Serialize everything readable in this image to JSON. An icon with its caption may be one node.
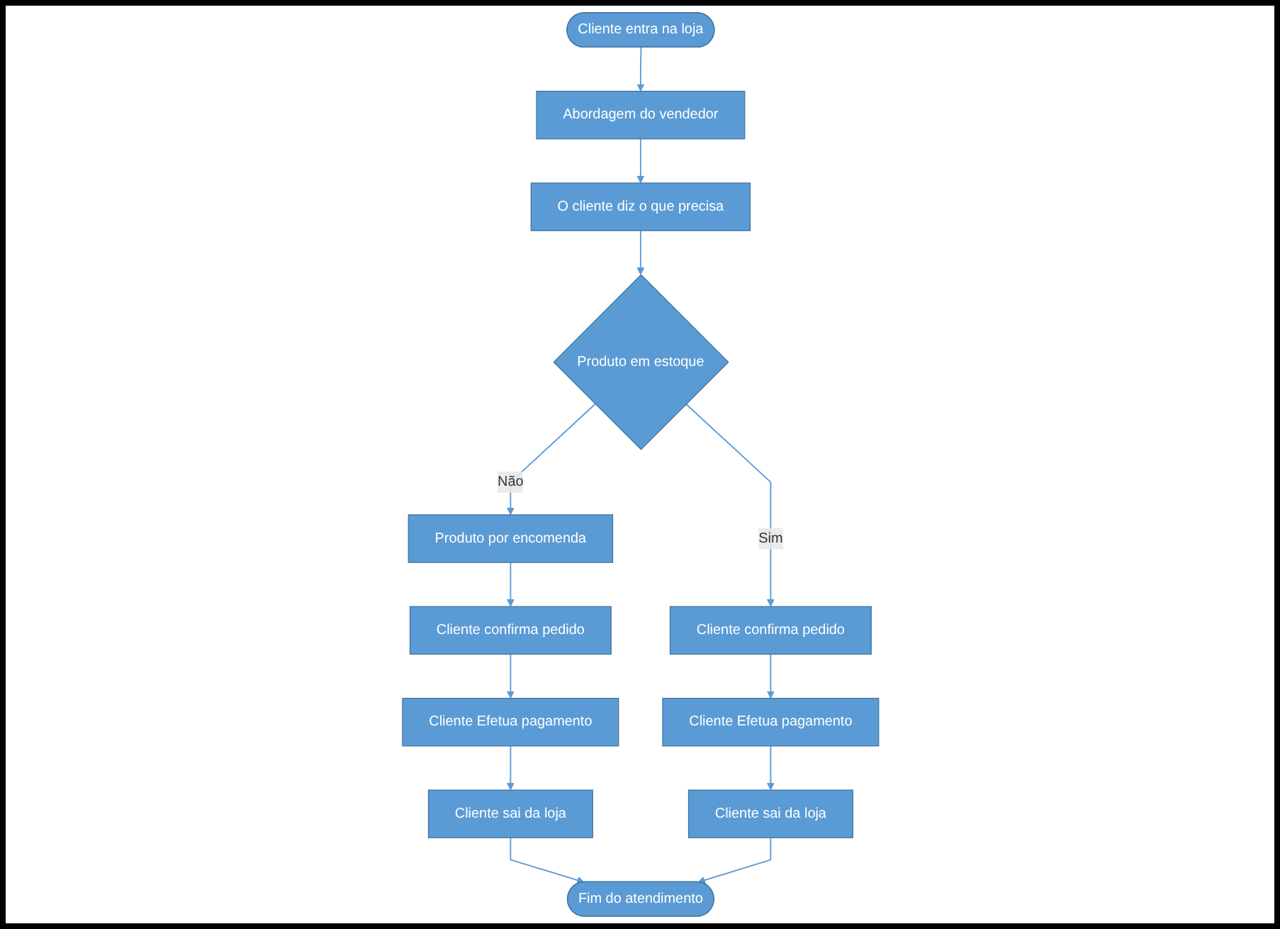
{
  "diagram": {
    "nodes": [
      {
        "text": [
          "Cliente entra na loja"
        ]
      },
      {
        "text": [
          "Abordagem do vendedor"
        ]
      },
      {
        "text": [
          "O cliente diz o que precisa"
        ]
      },
      {
        "text": [
          "Produto em estoque"
        ]
      },
      {
        "text": [
          "Produto por encomenda"
        ]
      },
      {
        "text": [
          "Cliente confirma pedido"
        ]
      },
      {
        "text": [
          "Cliente Efetua pagamento"
        ]
      },
      {
        "text": [
          "Cliente sai da loja"
        ]
      },
      {
        "text": [
          "Cliente confirma pedido"
        ]
      },
      {
        "text": [
          "Cliente Efetua pagamento"
        ]
      },
      {
        "text": [
          "Cliente sai da loja"
        ]
      },
      {
        "text": [
          "Fim do atendimento"
        ]
      }
    ],
    "edges": [
      {
        "from": 0,
        "to": 1,
        "arrow": "to"
      },
      {
        "from": 1,
        "to": 2,
        "arrow": "to"
      },
      {
        "from": 2,
        "to": 3,
        "arrow": "to"
      },
      {
        "from": 3,
        "to": 4,
        "arrow": "to",
        "label": "Não"
      },
      {
        "from": 4,
        "to": 5,
        "arrow": "to"
      },
      {
        "from": 5,
        "to": 6,
        "arrow": "to"
      },
      {
        "from": 6,
        "to": 7,
        "arrow": "to"
      },
      {
        "from": 3,
        "to": 8,
        "arrow": "to",
        "label": "Sim"
      },
      {
        "from": 8,
        "to": 9,
        "arrow": "to"
      },
      {
        "from": 9,
        "to": 10,
        "arrow": "to"
      },
      {
        "from": 7,
        "to": 11,
        "arrow": "to"
      },
      {
        "from": 10,
        "to": 11,
        "arrow": "to"
      }
    ]
  }
}
